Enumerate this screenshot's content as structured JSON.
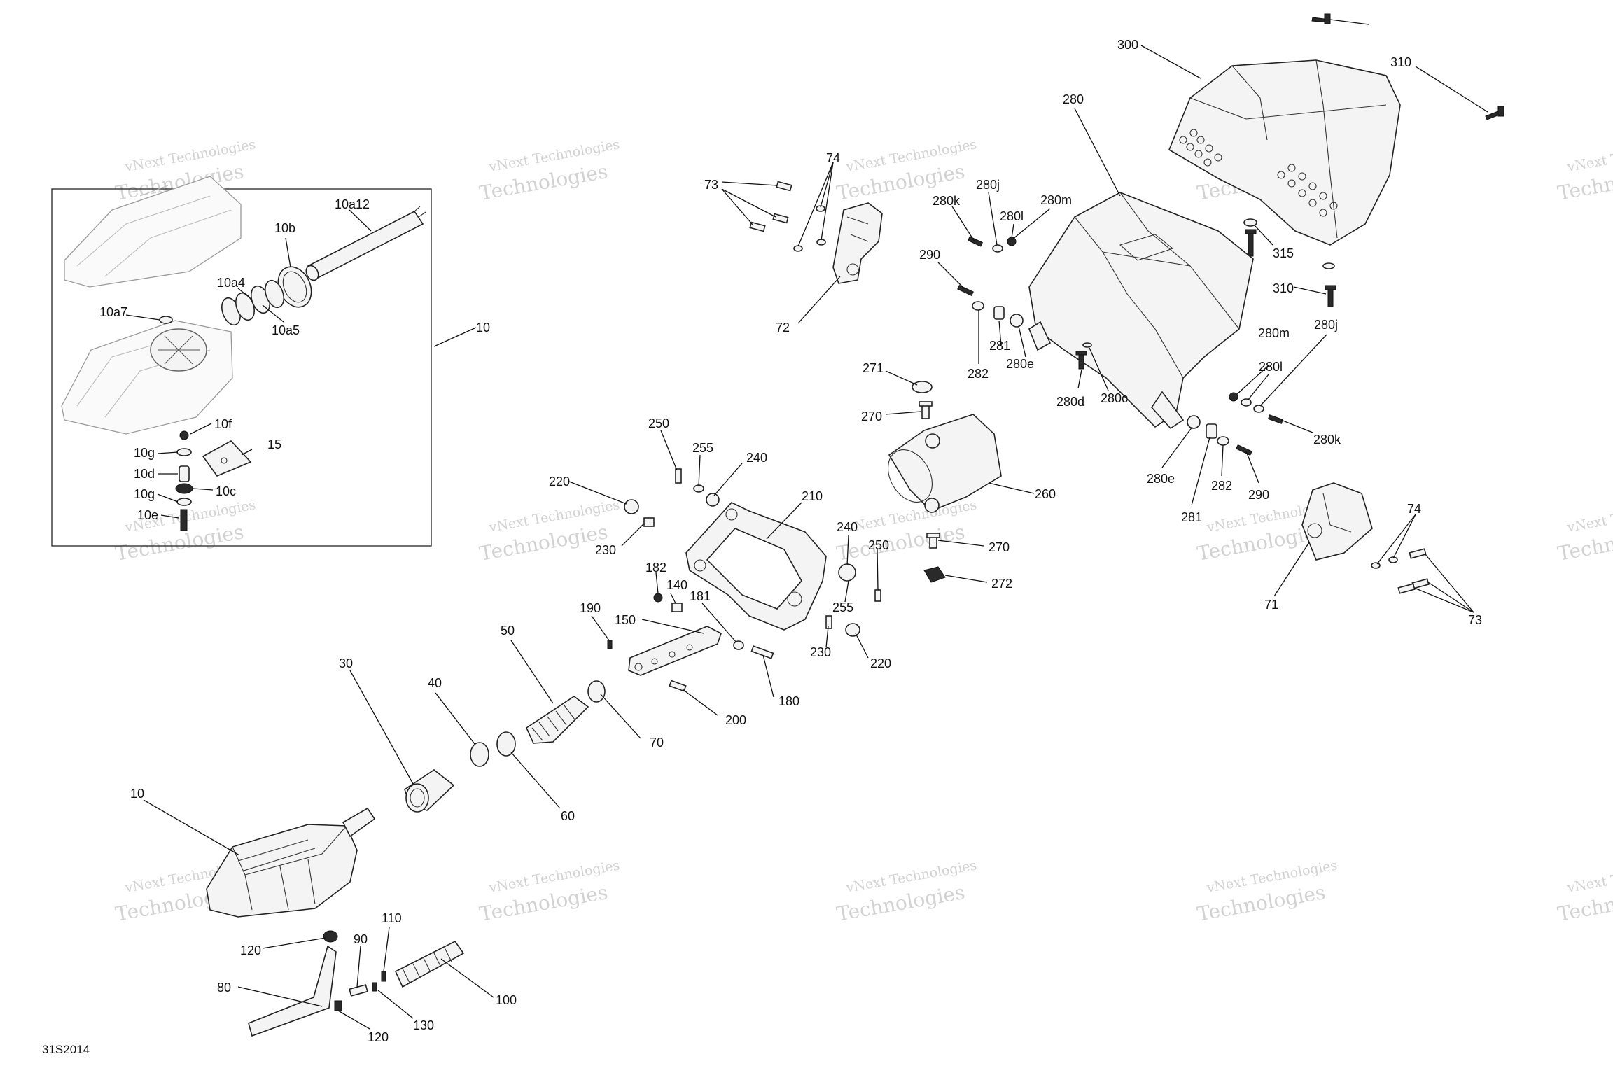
{
  "diagram": {
    "drawing_code": "31S2014",
    "watermark": {
      "line1": "vNext Technologies",
      "line2": "Technologies",
      "accent": "vNext"
    },
    "callouts": {
      "c300": "300",
      "c310a": "310",
      "c310b": "310",
      "c315": "315",
      "c280": "280",
      "c280k": "280k",
      "c280j": "280j",
      "c280l": "280l",
      "c280m": "280m",
      "c290": "290",
      "c281": "281",
      "c282": "282",
      "c280e": "280e",
      "c280d": "280d",
      "c280c": "280c",
      "c280m2": "280m",
      "c280j2": "280j",
      "c280l2": "280l",
      "c280k2": "280k",
      "c280e2": "280e",
      "c281b": "281",
      "c282b": "282",
      "c290b": "290",
      "c73": "73",
      "c74": "74",
      "c72": "72",
      "c71": "71",
      "c74b": "74",
      "c73b": "73",
      "c271": "271",
      "c270": "270",
      "c260": "260",
      "c270b": "270",
      "c272": "272",
      "c250": "250",
      "c255": "255",
      "c240": "240",
      "c220": "220",
      "c230": "230",
      "c210": "210",
      "c240b": "240",
      "c250b": "250",
      "c255b": "255",
      "c230b": "230",
      "c220b": "220",
      "c182": "182",
      "c140": "140",
      "c181": "181",
      "c190": "190",
      "c150": "150",
      "c180": "180",
      "c200": "200",
      "c50": "50",
      "c70": "70",
      "c40": "40",
      "c60": "60",
      "c30": "30",
      "c10": "10",
      "c10main": "10",
      "c10a12": "10a12",
      "c10b": "10b",
      "c10a4": "10a4",
      "c10a7": "10a7",
      "c10a5": "10a5",
      "c10f": "10f",
      "c15": "15",
      "c10g": "10g",
      "c10d": "10d",
      "c10c": "10c",
      "c10g2": "10g",
      "c10e": "10e",
      "c110": "110",
      "c120": "120",
      "c90": "90",
      "c80": "80",
      "c130": "130",
      "c100": "100",
      "c120b": "120"
    }
  }
}
